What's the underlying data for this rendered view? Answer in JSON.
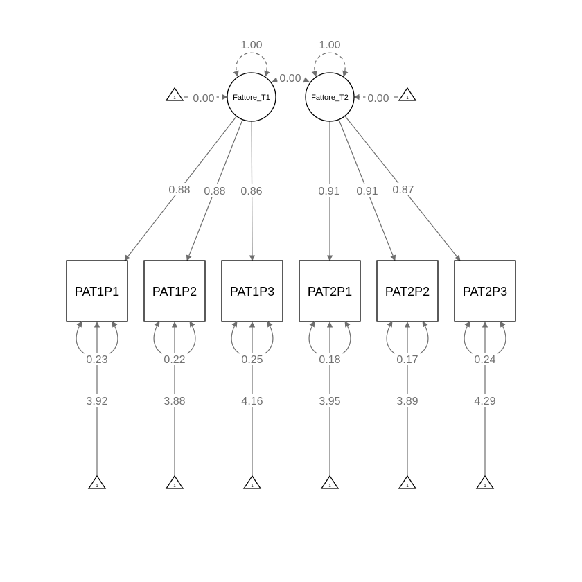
{
  "latents": [
    {
      "name": "Fattore_T1",
      "variance": "1.00",
      "mean": "0.00"
    },
    {
      "name": "Fattore_T2",
      "variance": "1.00",
      "mean": "0.00"
    }
  ],
  "latent_covariance": "0.00",
  "indicators": [
    {
      "name": "PAT1P1",
      "factor": 0,
      "loading": "0.88",
      "residual": "0.23",
      "intercept": "3.92"
    },
    {
      "name": "PAT1P2",
      "factor": 0,
      "loading": "0.88",
      "residual": "0.22",
      "intercept": "3.88"
    },
    {
      "name": "PAT1P3",
      "factor": 0,
      "loading": "0.86",
      "residual": "0.25",
      "intercept": "4.16"
    },
    {
      "name": "PAT2P1",
      "factor": 1,
      "loading": "0.91",
      "residual": "0.18",
      "intercept": "3.95"
    },
    {
      "name": "PAT2P2",
      "factor": 1,
      "loading": "0.91",
      "residual": "0.17",
      "intercept": "3.89"
    },
    {
      "name": "PAT2P3",
      "factor": 1,
      "loading": "0.87",
      "residual": "0.24",
      "intercept": "4.29"
    }
  ],
  "constant_label": "1",
  "colors": {
    "edge": "#6e6e6e",
    "node": "#000000"
  }
}
